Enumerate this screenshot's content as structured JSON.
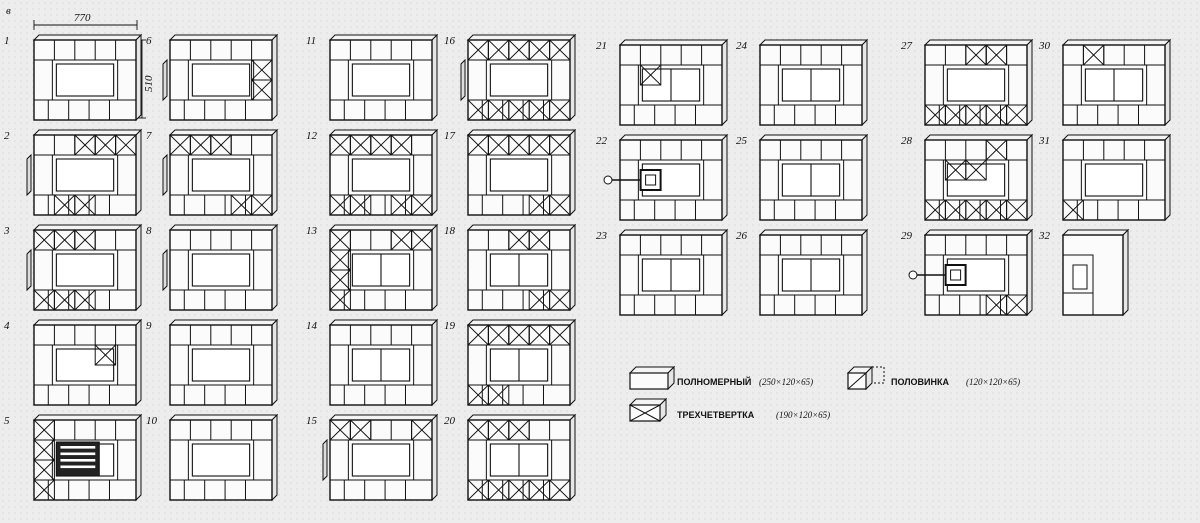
{
  "header_label": "в",
  "dimensions": {
    "width": "770",
    "depth": "510"
  },
  "course_numbers": [
    "1",
    "2",
    "3",
    "4",
    "5",
    "6",
    "7",
    "8",
    "9",
    "10",
    "11",
    "12",
    "13",
    "14",
    "15",
    "16",
    "17",
    "18",
    "19",
    "20",
    "21",
    "22",
    "23",
    "24",
    "25",
    "26",
    "27",
    "28",
    "29",
    "30",
    "31",
    "32"
  ],
  "legend": {
    "full": {
      "label": "ПОЛНОМЕРНЫЙ",
      "size": "(250×120×65)"
    },
    "half": {
      "label": "ПОЛОВИНКА",
      "size": "(120×120×65)"
    },
    "three_quarter": {
      "label": "ТРЕХЧЕТВЕРТКА",
      "size": "(190×120×65)"
    }
  }
}
